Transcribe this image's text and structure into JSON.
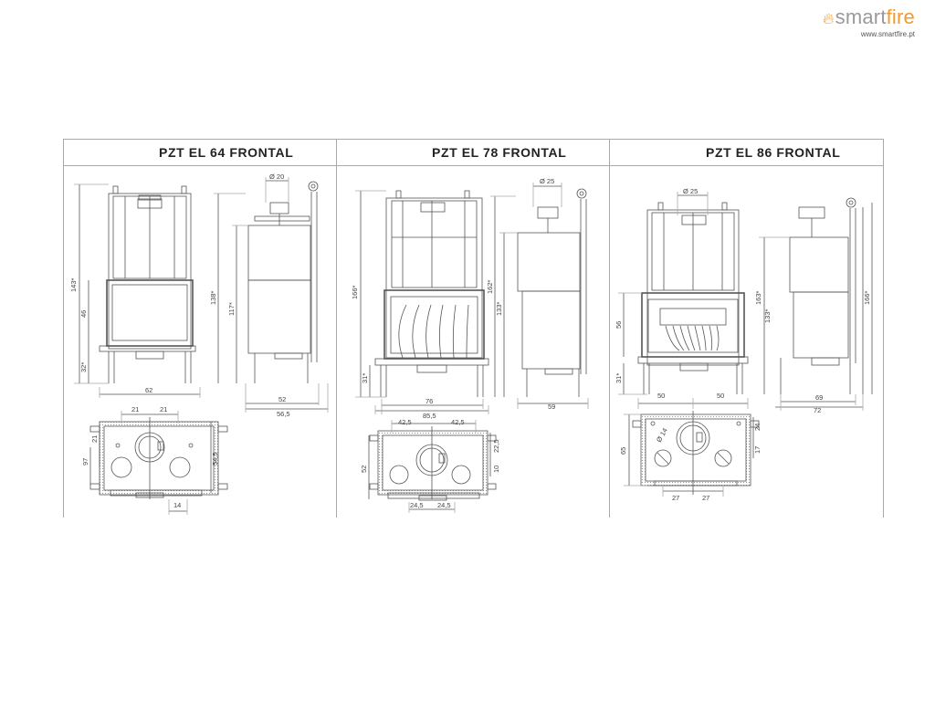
{
  "brand": {
    "name_prefix": "smart",
    "name_suffix": "fire",
    "url": "www.smartfire.pt"
  },
  "colors": {
    "brand_orange": "#f39a2b",
    "brand_grey": "#9a9a9a",
    "line": "#555555",
    "frame": "#a9a9a9"
  },
  "columns": [
    {
      "title": "PZT EL 64 FRONTAL",
      "front": {
        "height_total": "143*",
        "glass_height": "46",
        "base_height": "32*",
        "width": "62"
      },
      "side": {
        "flue_diameter": "Ø 20",
        "height_total": "138*",
        "height_body": "117*",
        "depth": "52",
        "depth_total": "56,5"
      },
      "top": {
        "offset_left": "21",
        "offset_right": "21",
        "side_a": "21",
        "side_b": "97",
        "depth": "54,5",
        "bottom": "14"
      }
    },
    {
      "title": "PZT EL 78 FRONTAL",
      "front": {
        "height_total": "166*",
        "base_height": "31*",
        "width": "76",
        "width_total": "85,5"
      },
      "side": {
        "flue_diameter": "Ø 25",
        "height_total": "162*",
        "height_body": "133*",
        "depth": "59"
      },
      "top": {
        "offset_left": "42,5",
        "offset_right": "42,5",
        "depth": "52",
        "side_a": "22,5",
        "side_b": "10",
        "bottom_left": "24,5",
        "bottom_right": "24,5"
      }
    },
    {
      "title": "PZT EL 86 FRONTAL",
      "front": {
        "flue_diameter": "Ø 25",
        "glass_height": "56",
        "base_height": "31*",
        "half_left": "50",
        "half_right": "50"
      },
      "side": {
        "height_body": "133*",
        "height_a": "163*",
        "height_b": "166*",
        "depth": "69",
        "depth_total": "72"
      },
      "top": {
        "hole_diameter": "Ø 14",
        "depth": "65",
        "side_a": "24",
        "side_b": "17",
        "bottom_left": "27",
        "bottom_right": "27"
      }
    }
  ]
}
